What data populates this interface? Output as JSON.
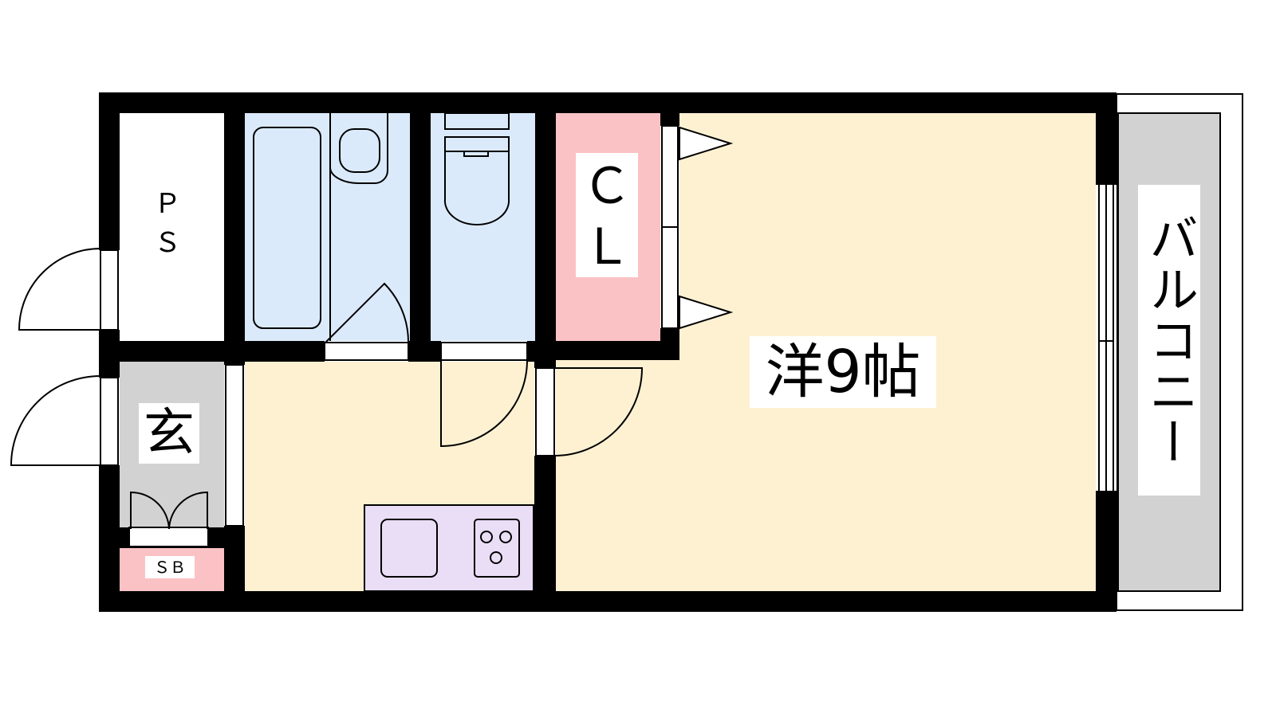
{
  "rooms": {
    "ps": {
      "label": "ＰＳ"
    },
    "closet": {
      "label": "ＣＬ"
    },
    "western_room": {
      "label": "洋9帖"
    },
    "entrance": {
      "label": "玄"
    },
    "shoe_box": {
      "label": "ＳＢ"
    },
    "balcony": {
      "label": "バルコニー"
    }
  },
  "colors": {
    "wall": "#000000",
    "room_floor": "#fdf1d2",
    "wet_area": "#dbeafb",
    "closet": "#fbc2c5",
    "kitchen": "#e9def5",
    "entrance": "#d2d2d2",
    "balcony": "#d2d2d2",
    "shoe_box": "#fbc2c5"
  }
}
